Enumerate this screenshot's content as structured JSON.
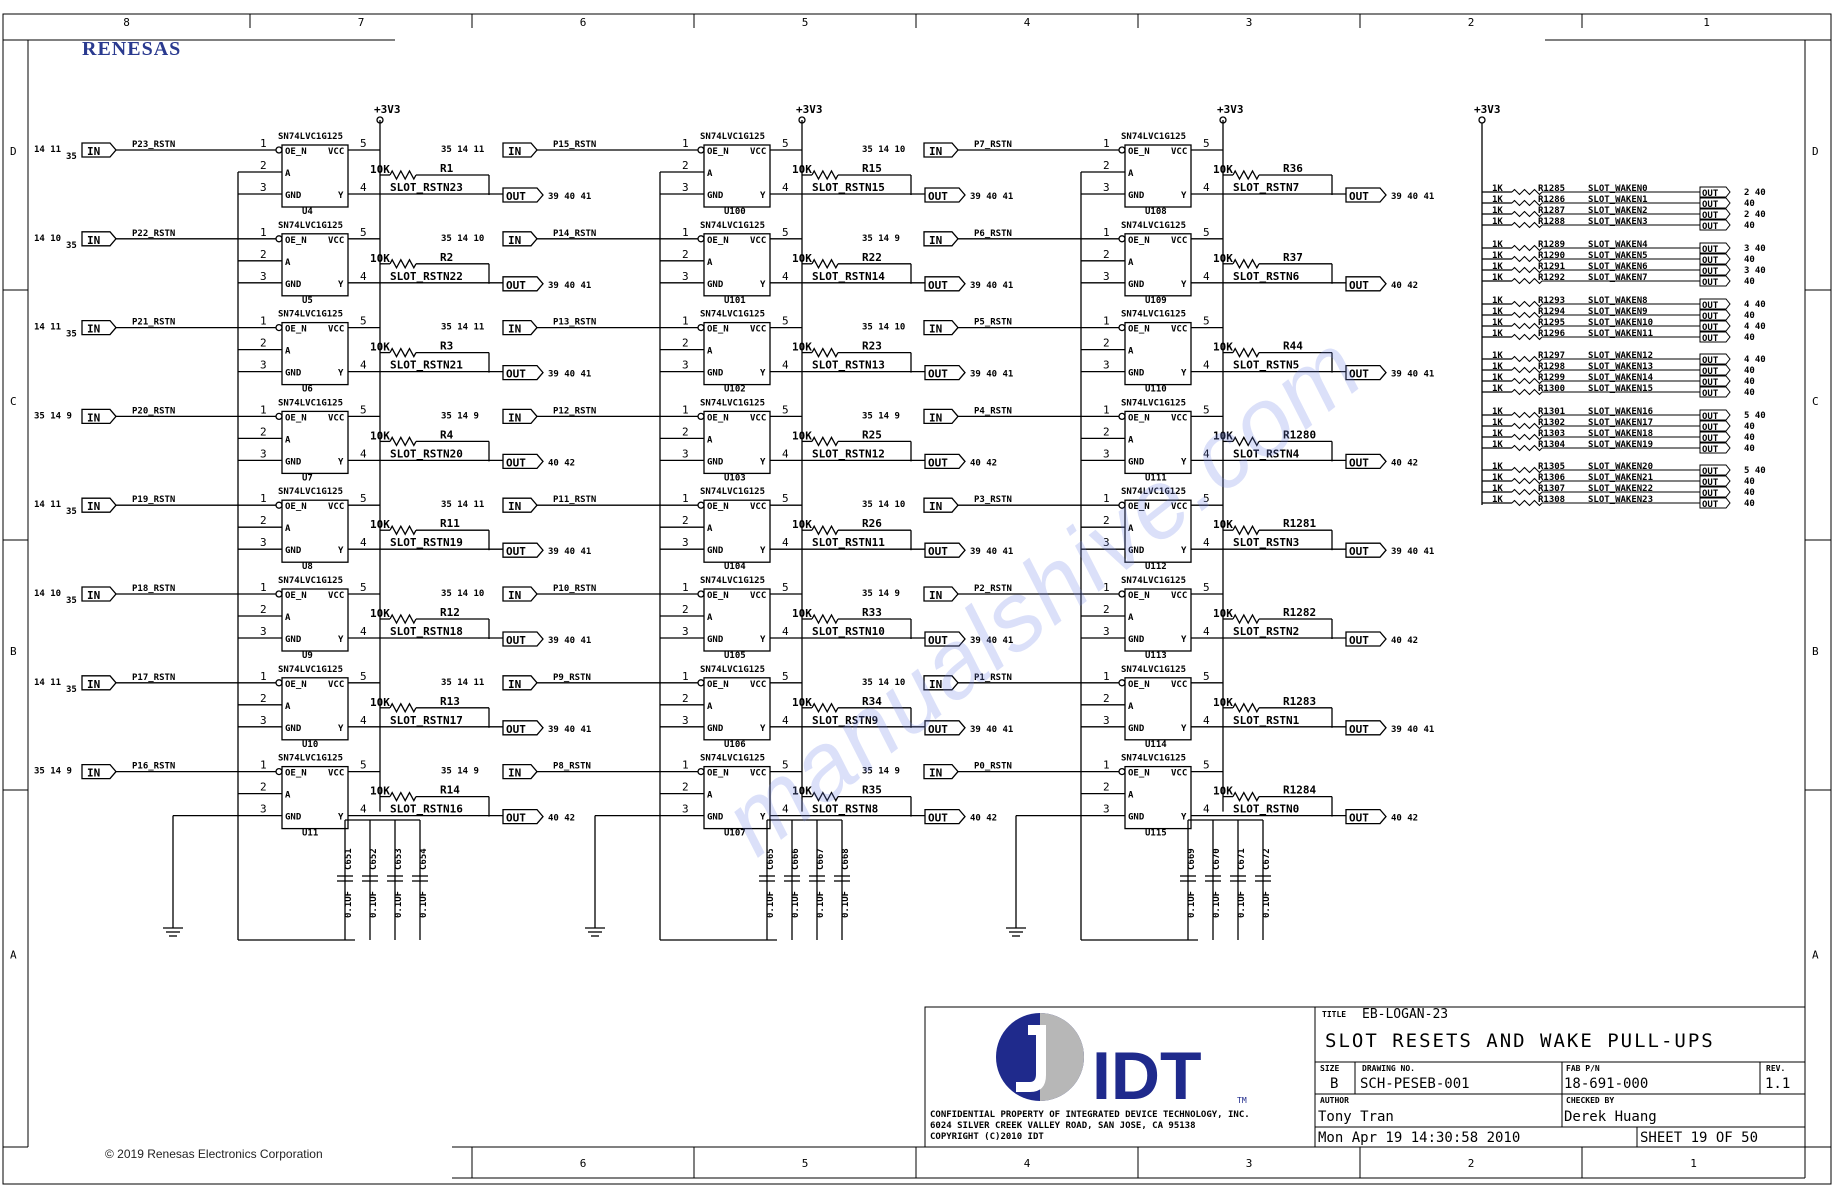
{
  "header": {
    "logo": "RENESAS",
    "cols_top": [
      "8",
      "7",
      "6",
      "5",
      "4",
      "3",
      "2",
      "1"
    ],
    "cols_bottom": [
      "6",
      "5",
      "4",
      "3",
      "2",
      "1"
    ],
    "rows": [
      "D",
      "C",
      "B",
      "A"
    ]
  },
  "watermark": "manualshive.com",
  "copyright": "© 2019 Renesas Electronics Corporation",
  "power": "+3V3",
  "chip_part": "SN74LVC1G125",
  "pin_labels": {
    "oe": "OE_N",
    "vcc": "VCC",
    "a": "A",
    "gnd": "GND",
    "y": "Y"
  },
  "res_value": "10K",
  "pullup_value": "1K",
  "tag_in": "IN",
  "tag_out": "OUT",
  "blocks": [
    {
      "rows": [
        {
          "in_ref": "14 11",
          "in_ref2": "35",
          "net": "P23_RSTN",
          "chip": "U4",
          "res": "R1",
          "slot": "SLOT_RSTN23",
          "out_ref": "39 40 41"
        },
        {
          "in_ref": "14 10",
          "in_ref2": "35",
          "net": "P22_RSTN",
          "chip": "U5",
          "res": "R2",
          "slot": "SLOT_RSTN22",
          "out_ref": "39 40 41"
        },
        {
          "in_ref": "14 11",
          "in_ref2": "35",
          "net": "P21_RSTN",
          "chip": "U6",
          "res": "R3",
          "slot": "SLOT_RSTN21",
          "out_ref": "39 40 41"
        },
        {
          "in_ref": "35 14 9",
          "in_ref2": "",
          "net": "P20_RSTN",
          "chip": "U7",
          "res": "R4",
          "slot": "SLOT_RSTN20",
          "out_ref": "40 42"
        },
        {
          "in_ref": "14 11",
          "in_ref2": "35",
          "net": "P19_RSTN",
          "chip": "U8",
          "res": "R11",
          "slot": "SLOT_RSTN19",
          "out_ref": "39 40 41"
        },
        {
          "in_ref": "14 10",
          "in_ref2": "35",
          "net": "P18_RSTN",
          "chip": "U9",
          "res": "R12",
          "slot": "SLOT_RSTN18",
          "out_ref": "39 40 41"
        },
        {
          "in_ref": "14 11",
          "in_ref2": "35",
          "net": "P17_RSTN",
          "chip": "U10",
          "res": "R13",
          "slot": "SLOT_RSTN17",
          "out_ref": "39 40 41"
        },
        {
          "in_ref": "35 14 9",
          "in_ref2": "",
          "net": "P16_RSTN",
          "chip": "U11",
          "res": "R14",
          "slot": "SLOT_RSTN16",
          "out_ref": "40 42"
        }
      ],
      "caps": [
        "C651",
        "C652",
        "C653",
        "C654"
      ]
    },
    {
      "rows": [
        {
          "in_ref": "35 14 11",
          "in_ref2": "",
          "net": "P15_RSTN",
          "chip": "U100",
          "res": "R15",
          "slot": "SLOT_RSTN15",
          "out_ref": "39 40 41"
        },
        {
          "in_ref": "35 14 10",
          "in_ref2": "",
          "net": "P14_RSTN",
          "chip": "U101",
          "res": "R22",
          "slot": "SLOT_RSTN14",
          "out_ref": "39 40 41"
        },
        {
          "in_ref": "35 14 11",
          "in_ref2": "",
          "net": "P13_RSTN",
          "chip": "U102",
          "res": "R23",
          "slot": "SLOT_RSTN13",
          "out_ref": "39 40 41"
        },
        {
          "in_ref": "35 14 9",
          "in_ref2": "",
          "net": "P12_RSTN",
          "chip": "U103",
          "res": "R25",
          "slot": "SLOT_RSTN12",
          "out_ref": "40 42"
        },
        {
          "in_ref": "35 14 11",
          "in_ref2": "",
          "net": "P11_RSTN",
          "chip": "U104",
          "res": "R26",
          "slot": "SLOT_RSTN11",
          "out_ref": "39 40 41"
        },
        {
          "in_ref": "35 14 10",
          "in_ref2": "",
          "net": "P10_RSTN",
          "chip": "U105",
          "res": "R33",
          "slot": "SLOT_RSTN10",
          "out_ref": "39 40 41"
        },
        {
          "in_ref": "35 14 11",
          "in_ref2": "",
          "net": "P9_RSTN",
          "chip": "U106",
          "res": "R34",
          "slot": "SLOT_RSTN9",
          "out_ref": "39 40 41"
        },
        {
          "in_ref": "35 14 9",
          "in_ref2": "",
          "net": "P8_RSTN",
          "chip": "U107",
          "res": "R35",
          "slot": "SLOT_RSTN8",
          "out_ref": "40 42"
        }
      ],
      "caps": [
        "C665",
        "C666",
        "C667",
        "C668"
      ]
    },
    {
      "rows": [
        {
          "in_ref": "35 14 10",
          "in_ref2": "",
          "net": "P7_RSTN",
          "chip": "U108",
          "res": "R36",
          "slot": "SLOT_RSTN7",
          "out_ref": "39 40 41"
        },
        {
          "in_ref": "35 14 9",
          "in_ref2": "",
          "net": "P6_RSTN",
          "chip": "U109",
          "res": "R37",
          "slot": "SLOT_RSTN6",
          "out_ref": "40 42"
        },
        {
          "in_ref": "35 14 10",
          "in_ref2": "",
          "net": "P5_RSTN",
          "chip": "U110",
          "res": "R44",
          "slot": "SLOT_RSTN5",
          "out_ref": "39 40 41"
        },
        {
          "in_ref": "35 14 9",
          "in_ref2": "",
          "net": "P4_RSTN",
          "chip": "U111",
          "res": "R1280",
          "slot": "SLOT_RSTN4",
          "out_ref": "40 42"
        },
        {
          "in_ref": "35 14 10",
          "in_ref2": "",
          "net": "P3_RSTN",
          "chip": "U112",
          "res": "R1281",
          "slot": "SLOT_RSTN3",
          "out_ref": "39 40 41"
        },
        {
          "in_ref": "35 14 9",
          "in_ref2": "",
          "net": "P2_RSTN",
          "chip": "U113",
          "res": "R1282",
          "slot": "SLOT_RSTN2",
          "out_ref": "40 42"
        },
        {
          "in_ref": "35 14 10",
          "in_ref2": "",
          "net": "P1_RSTN",
          "chip": "U114",
          "res": "R1283",
          "slot": "SLOT_RSTN1",
          "out_ref": "39 40 41"
        },
        {
          "in_ref": "35 14 9",
          "in_ref2": "",
          "net": "P0_RSTN",
          "chip": "U115",
          "res": "R1284",
          "slot": "SLOT_RSTN0",
          "out_ref": "40 42"
        }
      ],
      "caps": [
        "C669",
        "C670",
        "C671",
        "C672"
      ]
    }
  ],
  "cap_value": "0.1UF",
  "pullups": [
    [
      {
        "res": "R1285",
        "net": "SLOT_WAKEN0",
        "ref": "2 40"
      },
      {
        "res": "R1286",
        "net": "SLOT_WAKEN1",
        "ref": "40"
      },
      {
        "res": "R1287",
        "net": "SLOT_WAKEN2",
        "ref": "2 40"
      },
      {
        "res": "R1288",
        "net": "SLOT_WAKEN3",
        "ref": "40"
      }
    ],
    [
      {
        "res": "R1289",
        "net": "SLOT_WAKEN4",
        "ref": "3 40"
      },
      {
        "res": "R1290",
        "net": "SLOT_WAKEN5",
        "ref": "40"
      },
      {
        "res": "R1291",
        "net": "SLOT_WAKEN6",
        "ref": "3 40"
      },
      {
        "res": "R1292",
        "net": "SLOT_WAKEN7",
        "ref": "40"
      }
    ],
    [
      {
        "res": "R1293",
        "net": "SLOT_WAKEN8",
        "ref": "4 40"
      },
      {
        "res": "R1294",
        "net": "SLOT_WAKEN9",
        "ref": "40"
      },
      {
        "res": "R1295",
        "net": "SLOT_WAKEN10",
        "ref": "4 40"
      },
      {
        "res": "R1296",
        "net": "SLOT_WAKEN11",
        "ref": "40"
      }
    ],
    [
      {
        "res": "R1297",
        "net": "SLOT_WAKEN12",
        "ref": "4 40"
      },
      {
        "res": "R1298",
        "net": "SLOT_WAKEN13",
        "ref": "40"
      },
      {
        "res": "R1299",
        "net": "SLOT_WAKEN14",
        "ref": "40"
      },
      {
        "res": "R1300",
        "net": "SLOT_WAKEN15",
        "ref": "40"
      }
    ],
    [
      {
        "res": "R1301",
        "net": "SLOT_WAKEN16",
        "ref": "5 40"
      },
      {
        "res": "R1302",
        "net": "SLOT_WAKEN17",
        "ref": "40"
      },
      {
        "res": "R1303",
        "net": "SLOT_WAKEN18",
        "ref": "40"
      },
      {
        "res": "R1304",
        "net": "SLOT_WAKEN19",
        "ref": "40"
      }
    ],
    [
      {
        "res": "R1305",
        "net": "SLOT_WAKEN20",
        "ref": "5 40"
      },
      {
        "res": "R1306",
        "net": "SLOT_WAKEN21",
        "ref": "40"
      },
      {
        "res": "R1307",
        "net": "SLOT_WAKEN22",
        "ref": "40"
      },
      {
        "res": "R1308",
        "net": "SLOT_WAKEN23",
        "ref": "40"
      }
    ]
  ],
  "title_block": {
    "title_label": "TITLE",
    "title_value": "EB-LOGAN-23",
    "subtitle": "SLOT RESETS AND WAKE PULL-UPS",
    "size_label": "SIZE",
    "size_value": "B",
    "drawing_label": "DRAWING NO.",
    "drawing_value": "SCH-PESEB-001",
    "fab_label": "FAB P/N",
    "fab_value": "18-691-000",
    "rev_label": "REV.",
    "rev_value": "1.1",
    "author_label": "AUTHOR",
    "author_value": "Tony Tran",
    "checked_label": "CHECKED BY",
    "checked_value": "Derek Huang",
    "date": "Mon Apr 19 14:30:58 2010",
    "sheet": "SHEET 19 OF 50",
    "confidential_1": "CONFIDENTIAL PROPERTY OF INTEGRATED DEVICE TECHNOLOGY, INC.",
    "confidential_2": "6024 SILVER CREEK VALLEY ROAD, SAN JOSE, CA 95138",
    "confidential_3": "COPYRIGHT (C)2010 IDT",
    "idt_logo": "IDT",
    "tm": "TM"
  }
}
